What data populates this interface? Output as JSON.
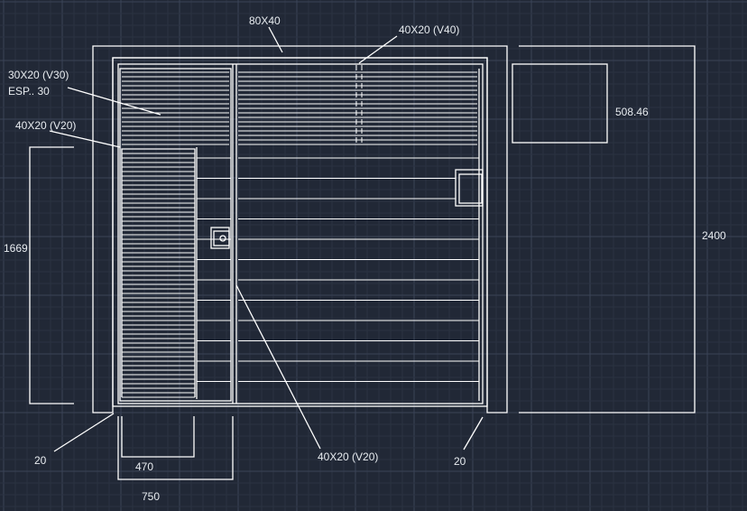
{
  "labels": {
    "frame": "80X40",
    "top_bar": "40X20 (V40)",
    "slats_line1": "30X20 (V30)",
    "slats_line2": "ESP.. 30",
    "left_bar": "40X20 (V20)",
    "center_bar": "40X20 (V20)",
    "box_dim": "508.46",
    "height_total": "2400",
    "height_left": "1669",
    "post_left": "20",
    "post_right": "20",
    "width_470": "470",
    "width_750": "750"
  },
  "colors": {
    "background": "#212836",
    "line": "#ffffff",
    "grid": "#2e3747"
  }
}
